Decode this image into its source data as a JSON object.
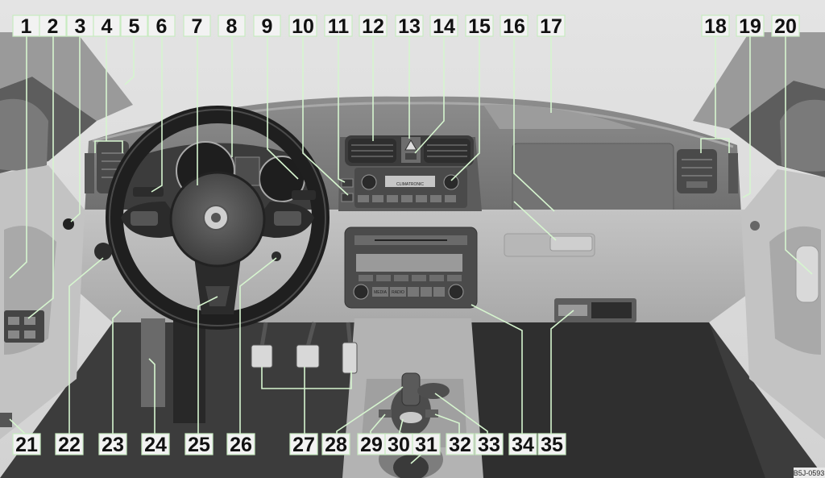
{
  "figure": {
    "code": "B5J-0593",
    "callouts": [
      {
        "n": "1"
      },
      {
        "n": "2"
      },
      {
        "n": "3"
      },
      {
        "n": "4"
      },
      {
        "n": "5"
      },
      {
        "n": "6"
      },
      {
        "n": "7"
      },
      {
        "n": "8"
      },
      {
        "n": "9"
      },
      {
        "n": "10"
      },
      {
        "n": "11"
      },
      {
        "n": "12"
      },
      {
        "n": "13"
      },
      {
        "n": "14"
      },
      {
        "n": "15"
      },
      {
        "n": "16"
      },
      {
        "n": "17"
      },
      {
        "n": "18"
      },
      {
        "n": "19"
      },
      {
        "n": "20"
      },
      {
        "n": "21"
      },
      {
        "n": "22"
      },
      {
        "n": "23"
      },
      {
        "n": "24"
      },
      {
        "n": "25"
      },
      {
        "n": "26"
      },
      {
        "n": "27"
      },
      {
        "n": "28"
      },
      {
        "n": "29"
      },
      {
        "n": "30"
      },
      {
        "n": "31"
      },
      {
        "n": "32"
      },
      {
        "n": "33"
      },
      {
        "n": "34"
      },
      {
        "n": "35"
      }
    ],
    "climatronic_label": "CLIMATRONIC",
    "media_label": "MEDIA",
    "radio_label": "RADIO"
  },
  "colors": {
    "background": "#cfcfcf",
    "dash": "#8a8a8a",
    "dash_dark": "#4a4a4a",
    "trim": "#bdbdbd",
    "leader": "#d6f5cf",
    "callout_fill": "#f2f2f2"
  }
}
